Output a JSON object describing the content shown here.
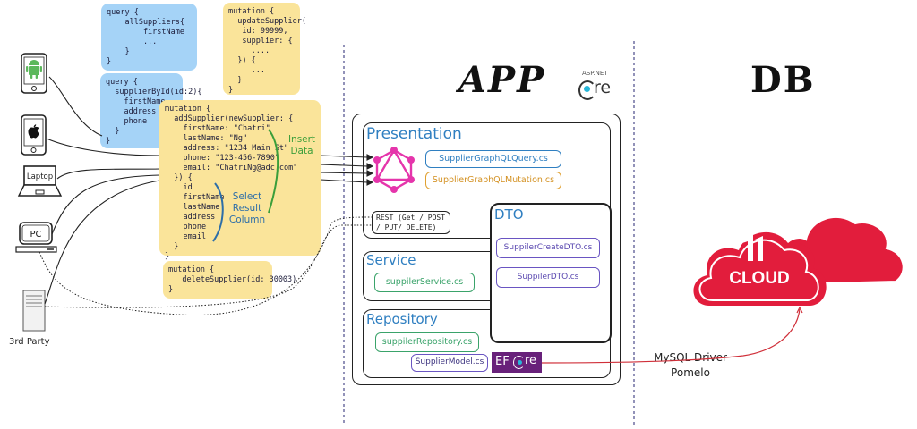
{
  "sections": {
    "app_title": "APP",
    "db_title": "DB",
    "aspnet": {
      "top": "ASP.NET",
      "bottom": "re"
    }
  },
  "devices": {
    "android": "Android phone",
    "apple": "iPhone",
    "laptop": "Laptop",
    "pc": "PC",
    "third_party": "3rd Party"
  },
  "notes": {
    "query_all": "query {\n    allSuppliers{\n        firstName\n        ...\n    }\n}",
    "mutation_update": "mutation {\n  updateSupplier(\n   id: 99999,\n   supplier: {\n     ....\n  }) {\n     ...\n  }\n}",
    "query_by_id": "query {\n  supplierById(id:2){\n    firstName\n    address\n    phone\n  }\n}",
    "mutation_add": "mutation {\n  addSupplier(newSupplier: {\n    firstName: \"Chatri\"\n    lastName: \"Ng\"\n    address: \"1234 Main St\"\n    phone: \"123-456-7890\"\n    email: \"ChatriNg@adc.com\"\n  }) {\n    id\n    firstName\n    lastName\n    address\n    phone\n    email\n  }\n}",
    "mutation_delete": "mutation {\n   deleteSupplier(id: 30003)\n}"
  },
  "annotations": {
    "insert_data": "Insert\nData",
    "select_result": "Select\nResult\nColumn",
    "mysql_driver": "MySQL Driver\nPomelo"
  },
  "layers": {
    "presentation": {
      "title": "Presentation",
      "files": [
        "SupplierGraphQLQuery.cs",
        "SupplierGraphQLMutation.cs"
      ],
      "rest": "REST (Get / POST\n/ PUT/ DELETE)"
    },
    "service": {
      "title": "Service",
      "files": [
        "suppilerService.cs"
      ]
    },
    "repository": {
      "title": "Repository",
      "files": [
        "suppilerRepository.cs",
        "SupplierModel.cs"
      ]
    },
    "dto": {
      "title": "DTO",
      "files": [
        "SuppilerCreateDTO.cs",
        "SuppilerDTO.cs"
      ]
    },
    "efcore": {
      "prefix": "EF",
      "suffix": "re"
    }
  },
  "cloud": {
    "label": "CLOUD",
    "logo": "Ti"
  },
  "colors": {
    "graphql": "#e535ab",
    "query_file": "#2f7fc1",
    "mutation_file": "#e0a030",
    "service_file": "#3aa36a",
    "dto_file": "#6a55c2",
    "efcore_bg": "#68217a",
    "cloud": "#e21d3c",
    "dotnet_dot": "#27b6d8"
  }
}
